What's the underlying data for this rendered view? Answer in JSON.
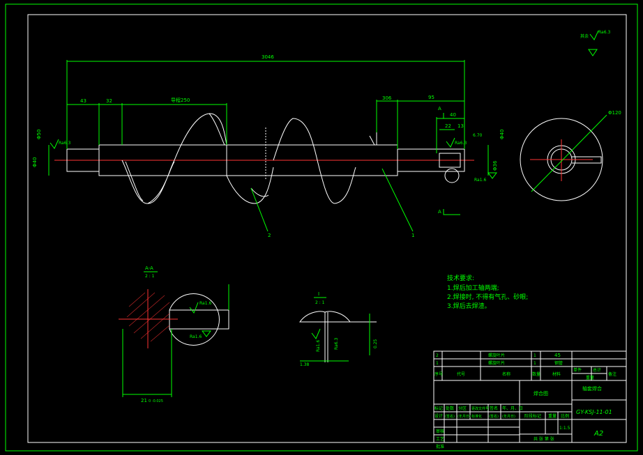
{
  "colors": {
    "background": "#000000",
    "frame": "#00ff00",
    "part": "#ffffff",
    "centerline": "#ff0000",
    "dimension": "#00ff00",
    "hatch": "#ff0000",
    "title_text": "#00ff00"
  },
  "dimensions": {
    "overall_length": "3046",
    "left_end": "43",
    "left_step": "32",
    "pitch": "导程250",
    "right_sleeve": "306",
    "right_end": "95",
    "keyway_len": "40",
    "key_a": "22",
    "key_b": "13",
    "key_c": "6.70",
    "left_d1": "Φ50",
    "left_d2": "Φ40",
    "right_d1": "Φ40",
    "right_d2": "Φ36",
    "outer_dia": "Φ120",
    "section_width": "21",
    "section_tol": "0\n-0.025",
    "detail_dim": "0.25",
    "detail_width": "1.38"
  },
  "roughness": {
    "ra_left": "Ra6.3",
    "ra_right_top": "Ra6.3",
    "ra_right_bottom": "Ra1.6",
    "ra_section_top": "Ra1.6",
    "ra_section_bottom": "Ra1.6",
    "ra_detail_a": "Ra1.6",
    "ra_detail_b": "Ra6.3",
    "ra_corner": "Ra6.3",
    "ra_corner_label": "其余"
  },
  "labels": {
    "section_marker_top": "A",
    "section_marker_bottom": "A",
    "section_title": "A-A",
    "section_scale": "2 : 1",
    "detail_title": "I",
    "detail_scale": "2 : 1",
    "balloon_1": "1",
    "balloon_2": "2"
  },
  "notes": {
    "title": "技术要求:",
    "items": [
      "1.焊后加工轴两端;",
      "2.焊接时, 不得有气孔、砂眼;",
      "3.焊后去焊渣。"
    ]
  },
  "title_block": {
    "bom_rows": [
      {
        "no": "2",
        "code": "",
        "name": "螺旋叶片",
        "qty": "1",
        "material": "45",
        "weight": ""
      },
      {
        "no": "1",
        "code": "",
        "name": "螺旋叶片",
        "qty": "1",
        "material": "钢管",
        "weight": ""
      }
    ],
    "bom_header": [
      "序号",
      "代号",
      "名称",
      "数量",
      "材料",
      "单件",
      "总计",
      "重量",
      "备注"
    ],
    "drawing_name": "焊合图",
    "part_name": "轴套焊合",
    "drawing_no": "GY-KSJ-11-01",
    "sheet_size": "A2",
    "scale": "1:1.5",
    "sign_labels": [
      "标记",
      "处数",
      "分区",
      "更改文件号",
      "签名",
      "年、月、日"
    ],
    "sign_labels_2": [
      "设计",
      "(签名)",
      "(年月日)",
      "标准化",
      "(签名)",
      "(年月日)"
    ],
    "stage_labels": [
      "阶段标记",
      "重量",
      "比例"
    ],
    "review_labels": [
      "审核",
      "工艺",
      "批准"
    ],
    "sheet_info": "共 张 第 张"
  }
}
